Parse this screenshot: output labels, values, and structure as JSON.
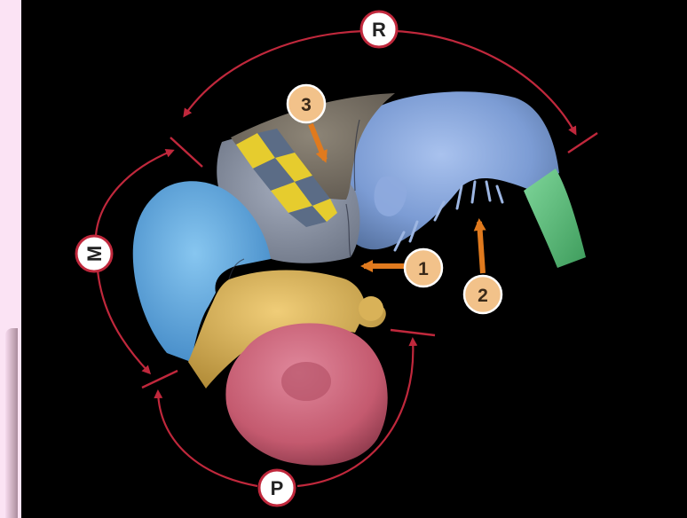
{
  "diagram": {
    "region_labels": {
      "r": "R",
      "m": "M",
      "p": "P"
    },
    "callouts": {
      "c1": "1",
      "c2": "2",
      "c3": "3"
    },
    "colors": {
      "background": "#000000",
      "arc_line": "#c0283c",
      "callout_fill": "#f2c28a",
      "callout_stroke": "#ffffff",
      "arrow": "#e07a1e",
      "blue_region": "#7e9fd6",
      "light_blue_region": "#5fa8e0",
      "gold_region": "#d8ae52",
      "red_region": "#c85a70",
      "green_region": "#5fc07c",
      "gray_band": "#7c746a",
      "stripe_yellow": "#e6cc2e"
    }
  }
}
